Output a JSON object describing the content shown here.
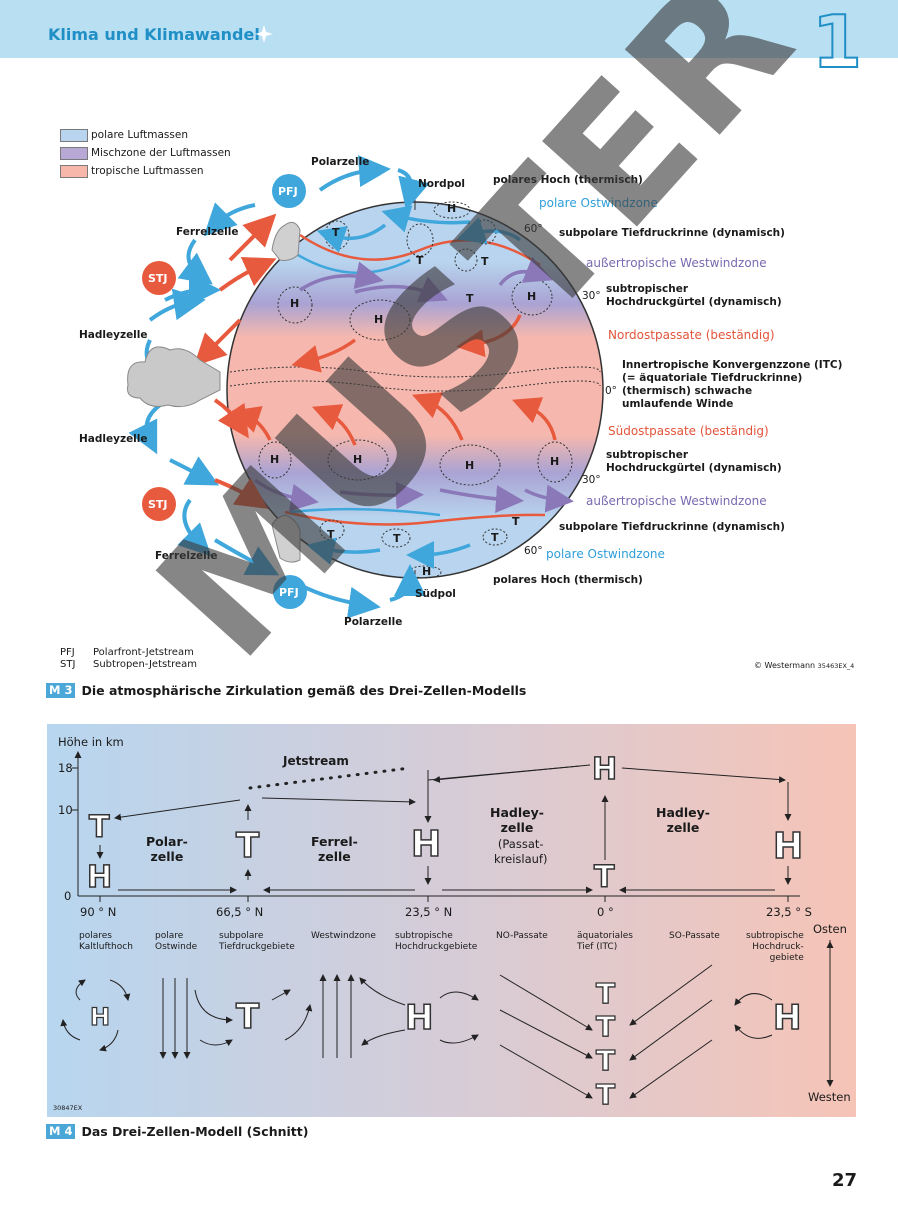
{
  "header": {
    "title": "Klima und Klimawandel",
    "chapter": "1"
  },
  "legend": [
    {
      "label": "polare Luftmassen",
      "color": "#b8d4ee"
    },
    {
      "label": "Mischzone der Luftmassen",
      "color": "#b7a8d6"
    },
    {
      "label": "tropische Luftmassen",
      "color": "#f7b8ab"
    }
  ],
  "m3": {
    "left_labels": {
      "polarzelle_top": "Polarzelle",
      "pfj_top": "PFJ",
      "ferrelzelle_top": "Ferrelzelle",
      "stj_top": "STJ",
      "hadleyzelle_top": "Hadleyzelle",
      "hadleyzelle_bottom": "Hadleyzelle",
      "stj_bottom": "STJ",
      "ferrelzelle_bottom": "Ferrelzelle",
      "pfj_bottom": "PFJ",
      "polarzelle_bottom": "Polarzelle"
    },
    "right_labels": {
      "nordpol": "Nordpol",
      "polares_hoch_n": "polares Hoch (thermisch)",
      "polare_ostwind_n": "polare Ostwindzone",
      "deg60_n": "60°",
      "subpolar_n": "subpolare Tiefdruckrinne (dynamisch)",
      "westwind_n": "außertropische Westwindzone",
      "deg30_n": "30°",
      "subtrop_n": "subtropischer\nHochdruckgürtel (dynamisch)",
      "nordost": "Nordostpassate (beständig)",
      "itc": "Innertropische Konvergenzzone (ITC)\n(= äquatoriale Tiefdruckrinne)\n(thermisch) schwache\numlaufende Winde",
      "deg0": "0°",
      "suedost": "Südostpassate (beständig)",
      "subtrop_s": "subtropischer\nHochdruckgürtel (dynamisch)",
      "deg30_s": "30°",
      "westwind_s": "außertropische Westwindzone",
      "subpolar_s": "subpolare Tiefdruckrinne (dynamisch)",
      "deg60_s": "60°",
      "polare_ostwind_s": "polare Ostwindzone",
      "polares_hoch_s": "polares Hoch (thermisch)",
      "suedpol": "Südpol"
    },
    "abbreviations": [
      {
        "abbr": "PFJ",
        "text": "Polarfront-Jetstream"
      },
      {
        "abbr": "STJ",
        "text": "Subtropen-Jetstream"
      }
    ],
    "copyright": "© Westermann",
    "code": "35463EX_4",
    "badge": "M 3",
    "caption": "Die atmosphärische Zirkulation gemäß des Drei-Zellen-Modells"
  },
  "m4": {
    "ylabel": "Höhe in km",
    "yticks": [
      "18",
      "10",
      "0"
    ],
    "jetstream": "Jetstream",
    "cells": {
      "polar": "Polar-\nzelle",
      "ferrel": "Ferrel-\nzelle",
      "hadley1": "Hadley-\nzelle",
      "passat": "(Passat-\nkreislauf)",
      "hadley2": "Hadley-\nzelle"
    },
    "latitudes": [
      "90 ° N",
      "66,5 ° N",
      "23,5 ° N",
      "0 °",
      "23,5 ° S"
    ],
    "zones": [
      "polares\nKaltlufthoch",
      "polare\nOstwinde",
      "subpolare\nTiefdruckgebiete",
      "Westwindzone",
      "subtropische\nHochdruckgebiete",
      "NO-Passate",
      "äquatoriales\nTief (ITC)",
      "SO-Passate",
      "subtropische\nHochdruck-\ngebiete"
    ],
    "osten": "Osten",
    "westen": "Westen",
    "code": "30847EX",
    "badge": "M 4",
    "caption": "Das Drei-Zellen-Modell (Schnitt)"
  },
  "symbols": {
    "high": "H",
    "low": "T"
  },
  "watermark": "MUSTER",
  "page_number": "27"
}
